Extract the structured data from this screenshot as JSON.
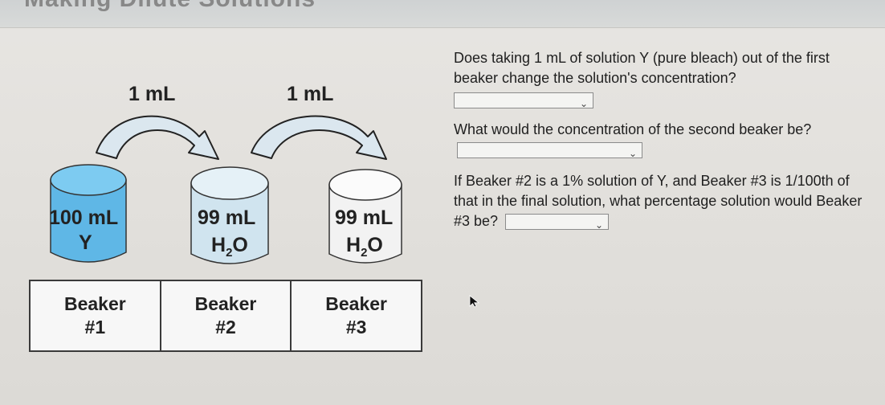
{
  "labels": {
    "transfer_1": "1 mL",
    "transfer_2": "1 mL"
  },
  "beakers": [
    {
      "volume": "100 mL",
      "content": "Y",
      "color": "#5fb7e6"
    },
    {
      "volume": "99 mL",
      "content_main": "H",
      "content_sub": "2",
      "content_tail": "O",
      "color": "#d0e4ef"
    },
    {
      "volume": "99 mL",
      "content_main": "H",
      "content_sub": "2",
      "content_tail": "O",
      "color": "#f2f2f2"
    }
  ],
  "questions": {
    "q1": "Does taking 1 mL of solution Y (pure bleach) out of the first beaker change the solution's concentration?",
    "q2": "What would the concentration of the second beaker be?",
    "q3": "If Beaker #2 is a 1% solution of Y, and Beaker #3 is 1/100th of that in the final solution, what percentage solution would Beaker #3 be?"
  },
  "table": {
    "row1": [
      "Beaker",
      "Beaker",
      "Beaker"
    ],
    "row2": [
      "#1",
      "#2",
      "#3"
    ]
  },
  "icons": {
    "arrow_1": "curved-arrow-icon",
    "arrow_2": "curved-arrow-icon",
    "dropdown": "chevron-down-icon",
    "cursor": "mouse-pointer-icon"
  },
  "colors": {
    "arrow": "#dbe7ef",
    "arrow_stroke": "#222222",
    "beaker_1": "#5fb7e6",
    "beaker_2": "#d0e4ef",
    "beaker_3": "#f2f2f2"
  }
}
